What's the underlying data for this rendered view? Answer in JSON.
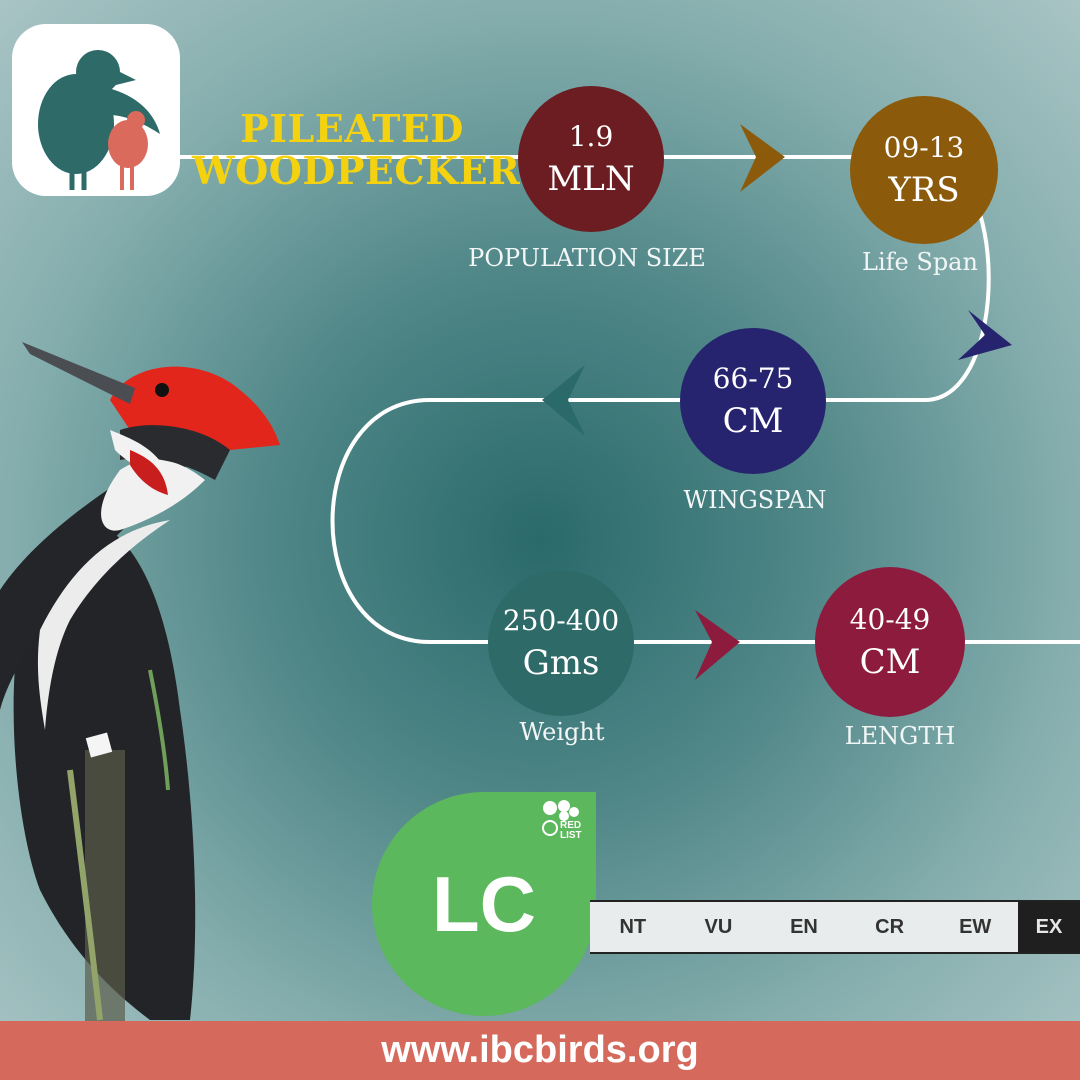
{
  "title": {
    "line1": "PILEATED",
    "line2": "WOODPECKER"
  },
  "stats": [
    {
      "value": "1.9",
      "unit": "MLN",
      "label": "POPULATION SIZE",
      "color": "#6b1d22"
    },
    {
      "value": "09-13",
      "unit": "YRS",
      "label": "Life Span",
      "color": "#8b5a0a"
    },
    {
      "value": "66-75",
      "unit": "CM",
      "label": "WINGSPAN",
      "color": "#27246f"
    },
    {
      "value": "250-400",
      "unit": "Gms",
      "label": "Weight",
      "color": "#2d6a68"
    },
    {
      "value": "40-49",
      "unit": "CM",
      "label": "LENGTH",
      "color": "#8d1b3d"
    }
  ],
  "arrow_colors": [
    "#8b5a0a",
    "#27246f",
    "#2a6a6b",
    "#8d1b3d"
  ],
  "status": {
    "current": "LC",
    "current_color": "#5cb85c",
    "scale": [
      "NT",
      "VU",
      "EN",
      "CR",
      "EW",
      "EX"
    ],
    "logo_text_1": "RED",
    "logo_text_2": "LIST"
  },
  "footer": {
    "url": "www.ibcbirds.org",
    "color": "#d5695c"
  }
}
